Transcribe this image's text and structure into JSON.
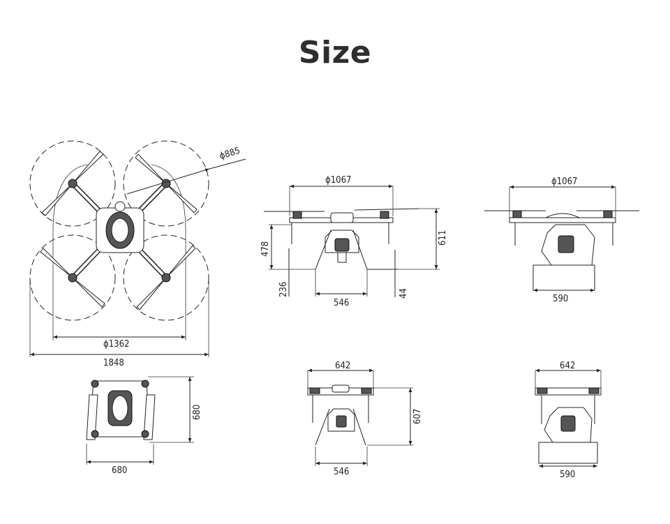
{
  "title": "Size",
  "dimensions": {
    "top_rotor_diameter": "ϕ885",
    "top_inner_span": "ϕ1362",
    "top_overall": "1848",
    "front_rotor_span": "ϕ1067",
    "front_body_height": "478",
    "front_gear_height": "236",
    "front_gear_width": "546",
    "front_total_height": "611",
    "front_clearance": "44",
    "side_rotor_span": "ϕ1067",
    "side_tank_width": "590",
    "folded_top_width": "680",
    "folded_top_depth": "680",
    "folded_front_width": "642",
    "folded_front_gear": "546",
    "folded_front_height": "607",
    "folded_side_width": "642",
    "folded_side_tank": "590"
  }
}
